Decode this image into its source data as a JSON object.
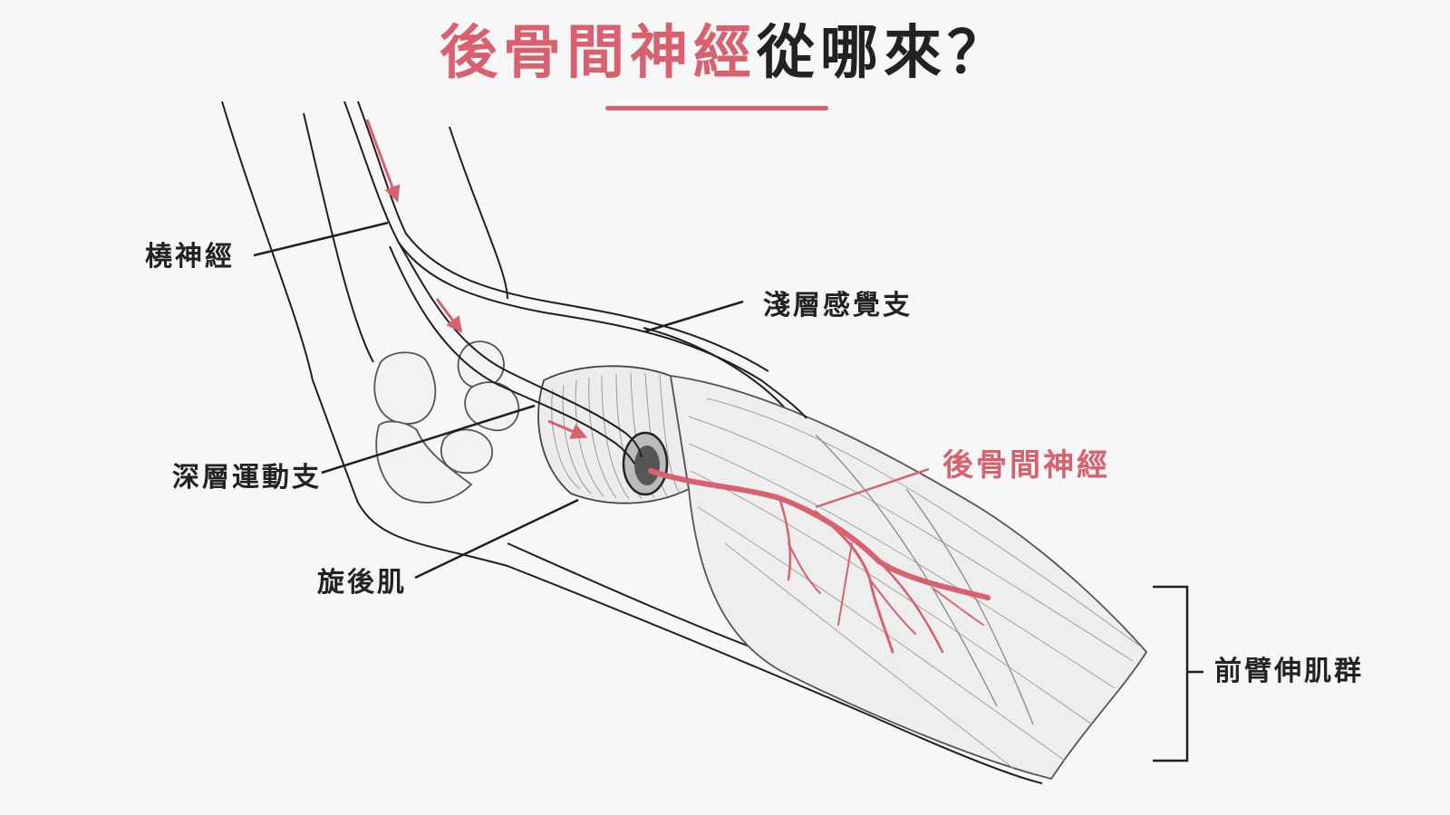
{
  "title": {
    "highlight": "後骨間神經",
    "rest": "從哪來？"
  },
  "labels": {
    "radial_nerve": "橈神經",
    "superficial_branch": "淺層感覺支",
    "deep_branch": "深層運動支",
    "supinator": "旋後肌",
    "pin": "後骨間神經",
    "extensors": "前臂伸肌群"
  },
  "colors": {
    "accent": "#d9606f",
    "line": "#1f1f1f",
    "sketch": "#9a9a9a",
    "background": "#f7f7f7"
  }
}
